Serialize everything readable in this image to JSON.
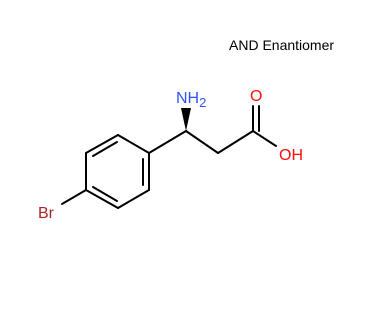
{
  "stereo_note": "AND Enantiomer",
  "atoms": {
    "amine": {
      "symbol": "NH",
      "subscript": "2",
      "color": "#3050f8"
    },
    "carbonyl_oxygen": {
      "symbol": "O",
      "color": "#ff0d0d"
    },
    "hydroxyl": {
      "symbol": "OH",
      "color": "#ff0d0d"
    },
    "bromine": {
      "symbol": "Br",
      "color": "#a62929"
    }
  },
  "bond_color": "#000000"
}
